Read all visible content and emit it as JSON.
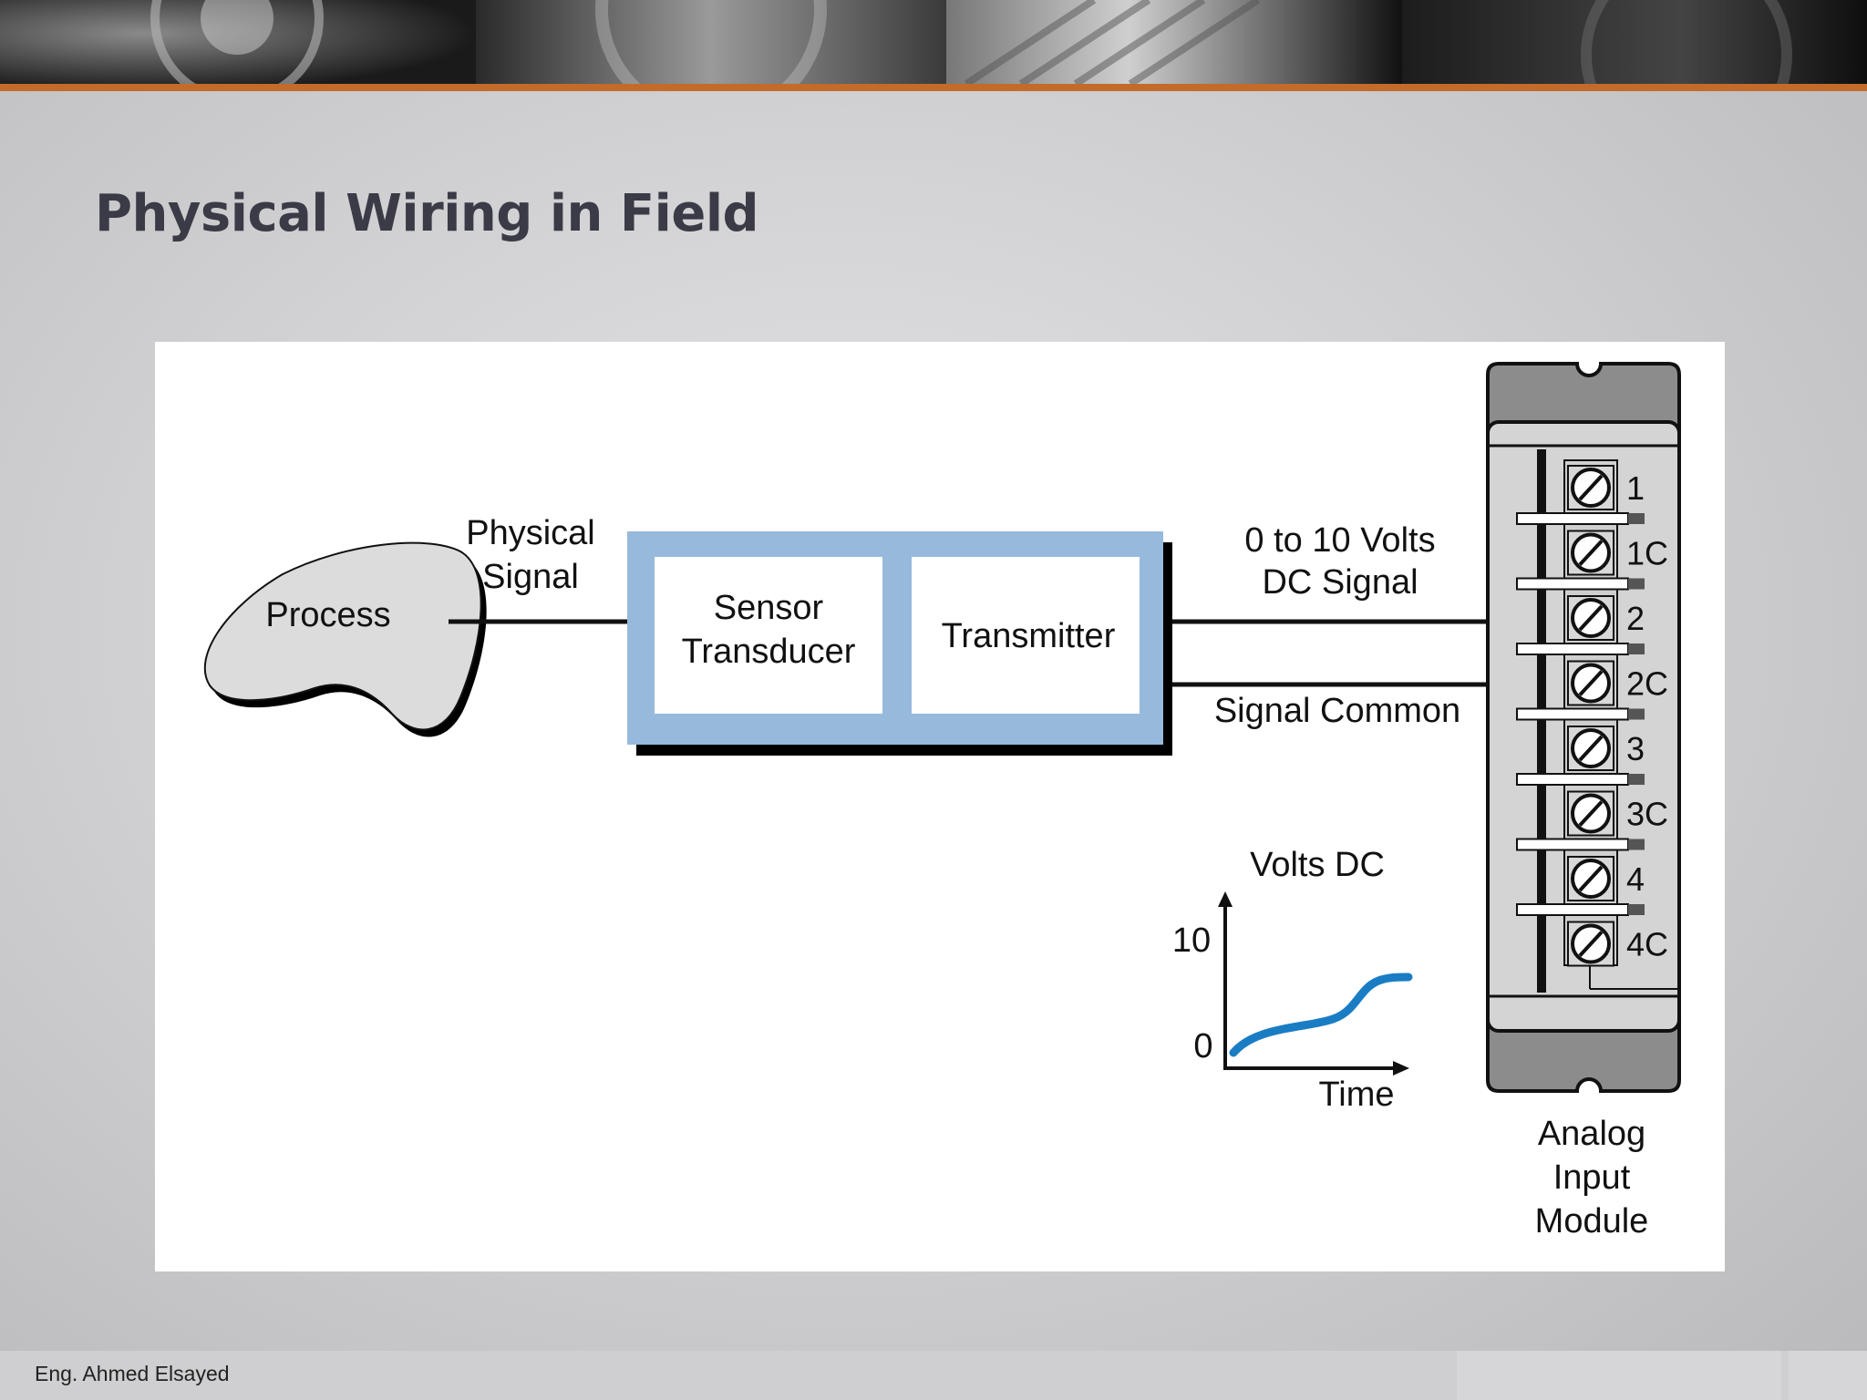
{
  "slide": {
    "title": "Physical Wiring in Field",
    "author": "Eng. Ahmed Elsayed"
  },
  "colors": {
    "accent_bar": "#c46a2b",
    "block_frame": "#97b9dc",
    "signal_trace": "#1a7dc4",
    "title_text": "#3b3b47"
  },
  "diagram": {
    "process": "Process",
    "physical_signal": [
      "Physical",
      "Signal"
    ],
    "sensor_transducer": [
      "Sensor",
      "Transducer"
    ],
    "transmitter": "Transmitter",
    "dc_signal": [
      "0 to 10 Volts",
      "DC Signal"
    ],
    "signal_common": "Signal Common",
    "graph": {
      "y_label": "Volts DC",
      "x_label": "Time",
      "y_max": "10",
      "y_min": "0"
    },
    "terminals": [
      "1",
      "1C",
      "2",
      "2C",
      "3",
      "3C",
      "4",
      "4C"
    ],
    "module": [
      "Analog",
      "Input",
      "Module"
    ]
  }
}
